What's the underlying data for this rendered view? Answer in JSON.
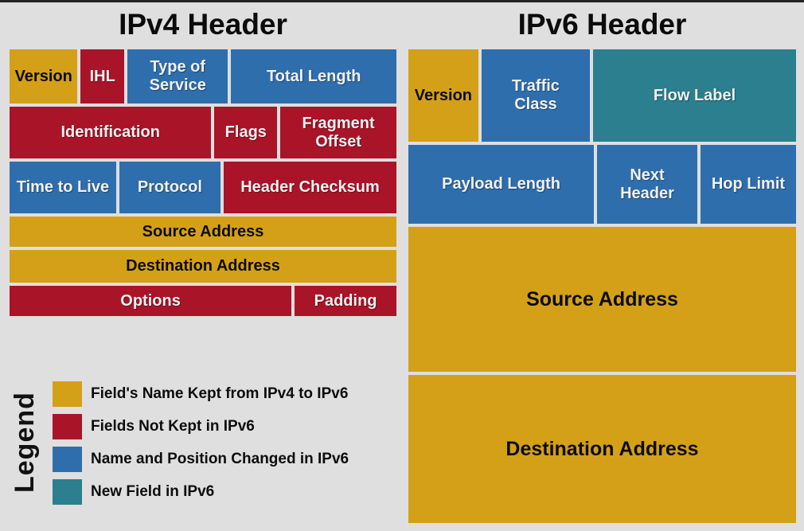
{
  "page": {
    "background": "#DFDFDF",
    "top_strip_color": "#232323"
  },
  "colors": {
    "gold": "#D4A017",
    "red": "#A91428",
    "blue": "#2F6EAC",
    "teal": "#2B7F8E"
  },
  "ipv4": {
    "title": "IPv4 Header",
    "rows": [
      {
        "height": 68,
        "cells": [
          {
            "label": "Version",
            "color": "gold",
            "flex": 83
          },
          {
            "label": "IHL",
            "color": "red",
            "flex": 50
          },
          {
            "label": "Type of\nService",
            "color": "blue",
            "flex": 127
          },
          {
            "label": "Total Length",
            "color": "blue",
            "flex": 214
          }
        ]
      },
      {
        "height": 65,
        "cells": [
          {
            "label": "Identification",
            "color": "red",
            "flex": 260
          },
          {
            "label": "Flags",
            "color": "red",
            "flex": 75
          },
          {
            "label": "Fragment\nOffset",
            "color": "red",
            "flex": 146
          }
        ]
      },
      {
        "height": 65,
        "cells": [
          {
            "label": "Time to Live",
            "color": "blue",
            "flex": 133
          },
          {
            "label": "Protocol",
            "color": "blue",
            "flex": 126
          },
          {
            "label": "Header Checksum",
            "color": "red",
            "flex": 221
          }
        ]
      },
      {
        "height": 38,
        "cells": [
          {
            "label": "Source Address",
            "color": "gold",
            "flex": 486
          }
        ]
      },
      {
        "height": 41,
        "cells": [
          {
            "label": "Destination Address",
            "color": "gold",
            "flex": 486
          }
        ]
      },
      {
        "height": 38,
        "cells": [
          {
            "label": "Options",
            "color": "red",
            "flex": 358
          },
          {
            "label": "Padding",
            "color": "red",
            "flex": 124
          }
        ]
      }
    ]
  },
  "ipv6": {
    "title": "IPv6 Header",
    "rows": [
      {
        "height": 116,
        "cells": [
          {
            "label": "Version",
            "color": "gold",
            "flex": 84
          },
          {
            "label": "Traffic\nClass",
            "color": "blue",
            "flex": 135
          },
          {
            "label": "Flow Label",
            "color": "teal",
            "flex": 260
          }
        ]
      },
      {
        "height": 99,
        "cells": [
          {
            "label": "Payload Length",
            "color": "blue",
            "flex": 237
          },
          {
            "label": "Next\nHeader",
            "color": "blue",
            "flex": 124
          },
          {
            "label": "Hop Limit",
            "color": "blue",
            "flex": 118
          }
        ]
      },
      {
        "height": 182,
        "cells": [
          {
            "label": "Source Address",
            "color": "gold",
            "flex": 487,
            "big": true
          }
        ]
      },
      {
        "height": 186,
        "cells": [
          {
            "label": "Destination Address",
            "color": "gold",
            "flex": 487,
            "big": true
          }
        ]
      }
    ]
  },
  "legend": {
    "title": "Legend",
    "items": [
      {
        "color": "gold",
        "label": "Field's Name Kept from IPv4 to IPv6"
      },
      {
        "color": "red",
        "label": "Fields Not Kept in IPv6"
      },
      {
        "color": "blue",
        "label": "Name and Position Changed in IPv6"
      },
      {
        "color": "teal",
        "label": "New Field in IPv6"
      }
    ]
  }
}
